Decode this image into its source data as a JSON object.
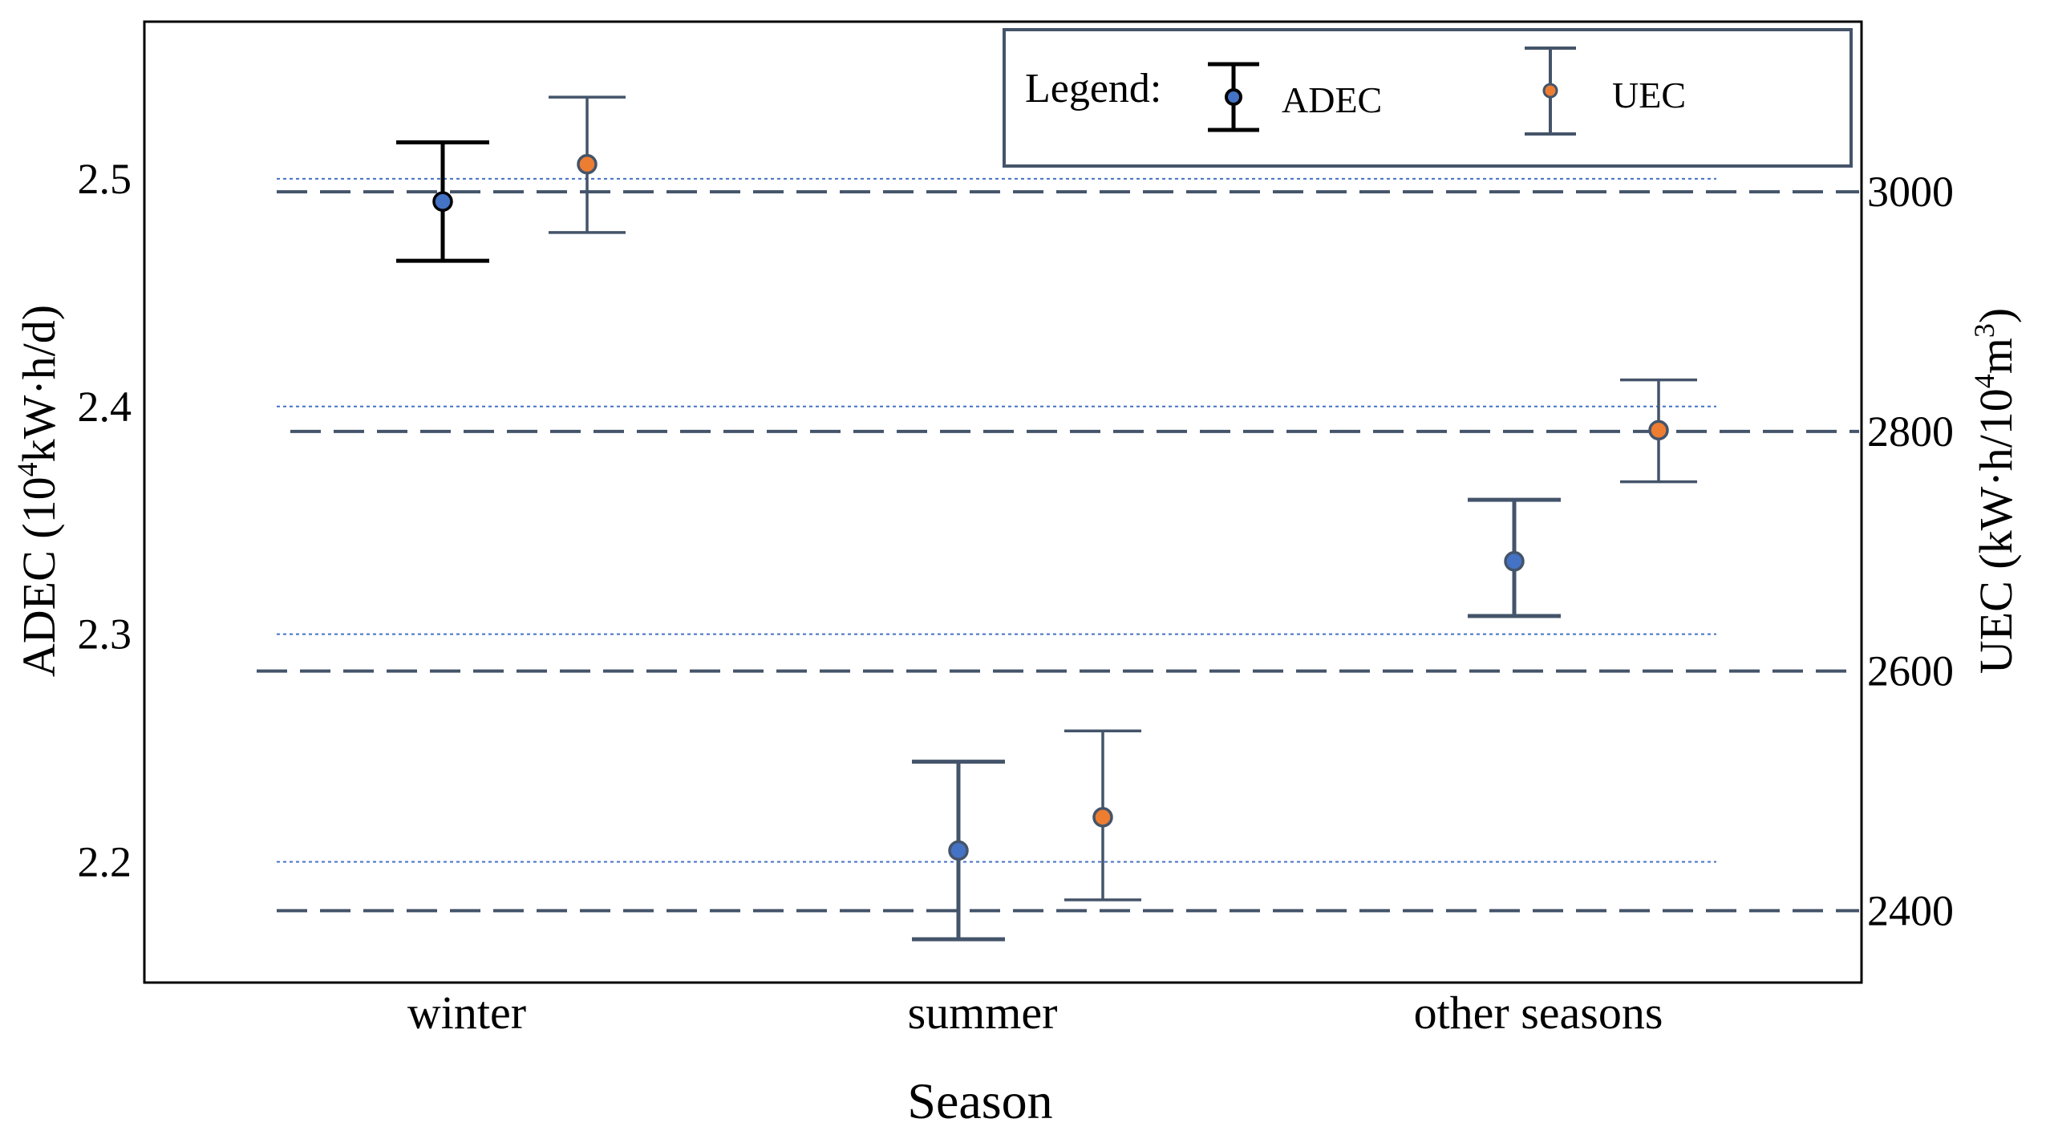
{
  "chart_data": {
    "type": "errorbar",
    "categories": [
      "winter",
      "summer",
      "other seasons"
    ],
    "xlabel": "Season",
    "ylabel_left": {
      "prefix": "ADEC (10",
      "sup1": "4",
      "mid": "kW·h/d)"
    },
    "ylabel_right": {
      "prefix": "UEC (kW·h/10",
      "sup1": "4",
      "mid": "m",
      "sup2": "3",
      "suffix": ")"
    },
    "ylim_left": [
      2.147,
      2.569
    ],
    "ylim_right": [
      2340,
      3142
    ],
    "yticks_left": [
      "2.2",
      "2.3",
      "2.4",
      "2.5"
    ],
    "yticks_right": [
      "2400",
      "2600",
      "2800",
      "3000"
    ],
    "legend": {
      "title": "Legend:",
      "position": "top-right",
      "entries": [
        "ADEC",
        "UEC"
      ]
    },
    "series": [
      {
        "name": "ADEC",
        "axis": "left",
        "color": "#4472c4",
        "bar_colors": [
          "#000000",
          "#44546a",
          "#44546a"
        ],
        "values": [
          2.49,
          2.205,
          2.332
        ],
        "lower": [
          2.464,
          2.166,
          2.308
        ],
        "upper": [
          2.516,
          2.244,
          2.359
        ]
      },
      {
        "name": "UEC",
        "axis": "right",
        "color": "#ed7d31",
        "bar_colors": [
          "#44546a",
          "#44546a",
          "#44546a"
        ],
        "values": [
          3023,
          2478,
          2801
        ],
        "lower": [
          2966,
          2409,
          2758
        ],
        "upper": [
          3079,
          2550,
          2843
        ]
      }
    ],
    "colors": {
      "frame": "#000000",
      "left_grid": "#4472c4",
      "right_grid": "#44546a"
    }
  }
}
